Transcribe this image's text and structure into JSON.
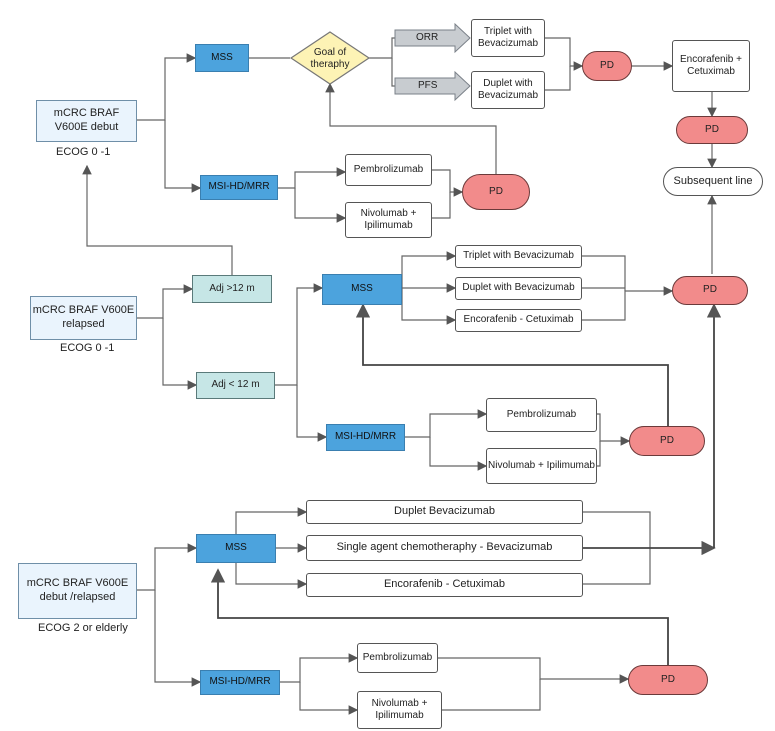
{
  "start_boxes": {
    "debut": {
      "title": "mCRC BRAF V600E debut",
      "ecog": "ECOG 0 -1"
    },
    "relapsed": {
      "title": "mCRC BRAF V600E relapsed",
      "ecog": "ECOG 0 -1"
    },
    "elderly": {
      "title": "mCRC BRAF V600E debut /relapsed",
      "ecog": "ECOG 2 or elderly"
    }
  },
  "adjuvant": {
    "gt12": "Adj >12 m",
    "lt12": "Adj < 12 m"
  },
  "status": {
    "mss": "MSS",
    "msi": "MSI-HD/MRR"
  },
  "decision": {
    "label": "Goal of theraphy",
    "orr": "ORR",
    "pfs": "PFS"
  },
  "treatments": {
    "triplet_bev": "Triplet with Bevacizumab",
    "duplet_bev": "Duplet with Bevacizumab",
    "enco_cetux_stack": "Encorafenib + Cetuximab",
    "enco_cetux_line": "Encorafenib - Cetuximab",
    "pembro": "Pembrolizumab",
    "nivo_ipi": "Nivolumab + Ipilimumab",
    "duplet_bev_plain": "Duplet Bevacizumab",
    "single_agent": "Single agent chemotheraphy - Bevacizumab"
  },
  "outcomes": {
    "pd": "PD",
    "subsequent": "Subsequent line"
  },
  "colors": {
    "mss_blue": "#4ca3dd",
    "pd_red": "#f28b8b",
    "adj_teal": "#c6e6e6",
    "diamond_yellow": "#fdf3b5",
    "arrow_grey": "#c8ccd0"
  }
}
